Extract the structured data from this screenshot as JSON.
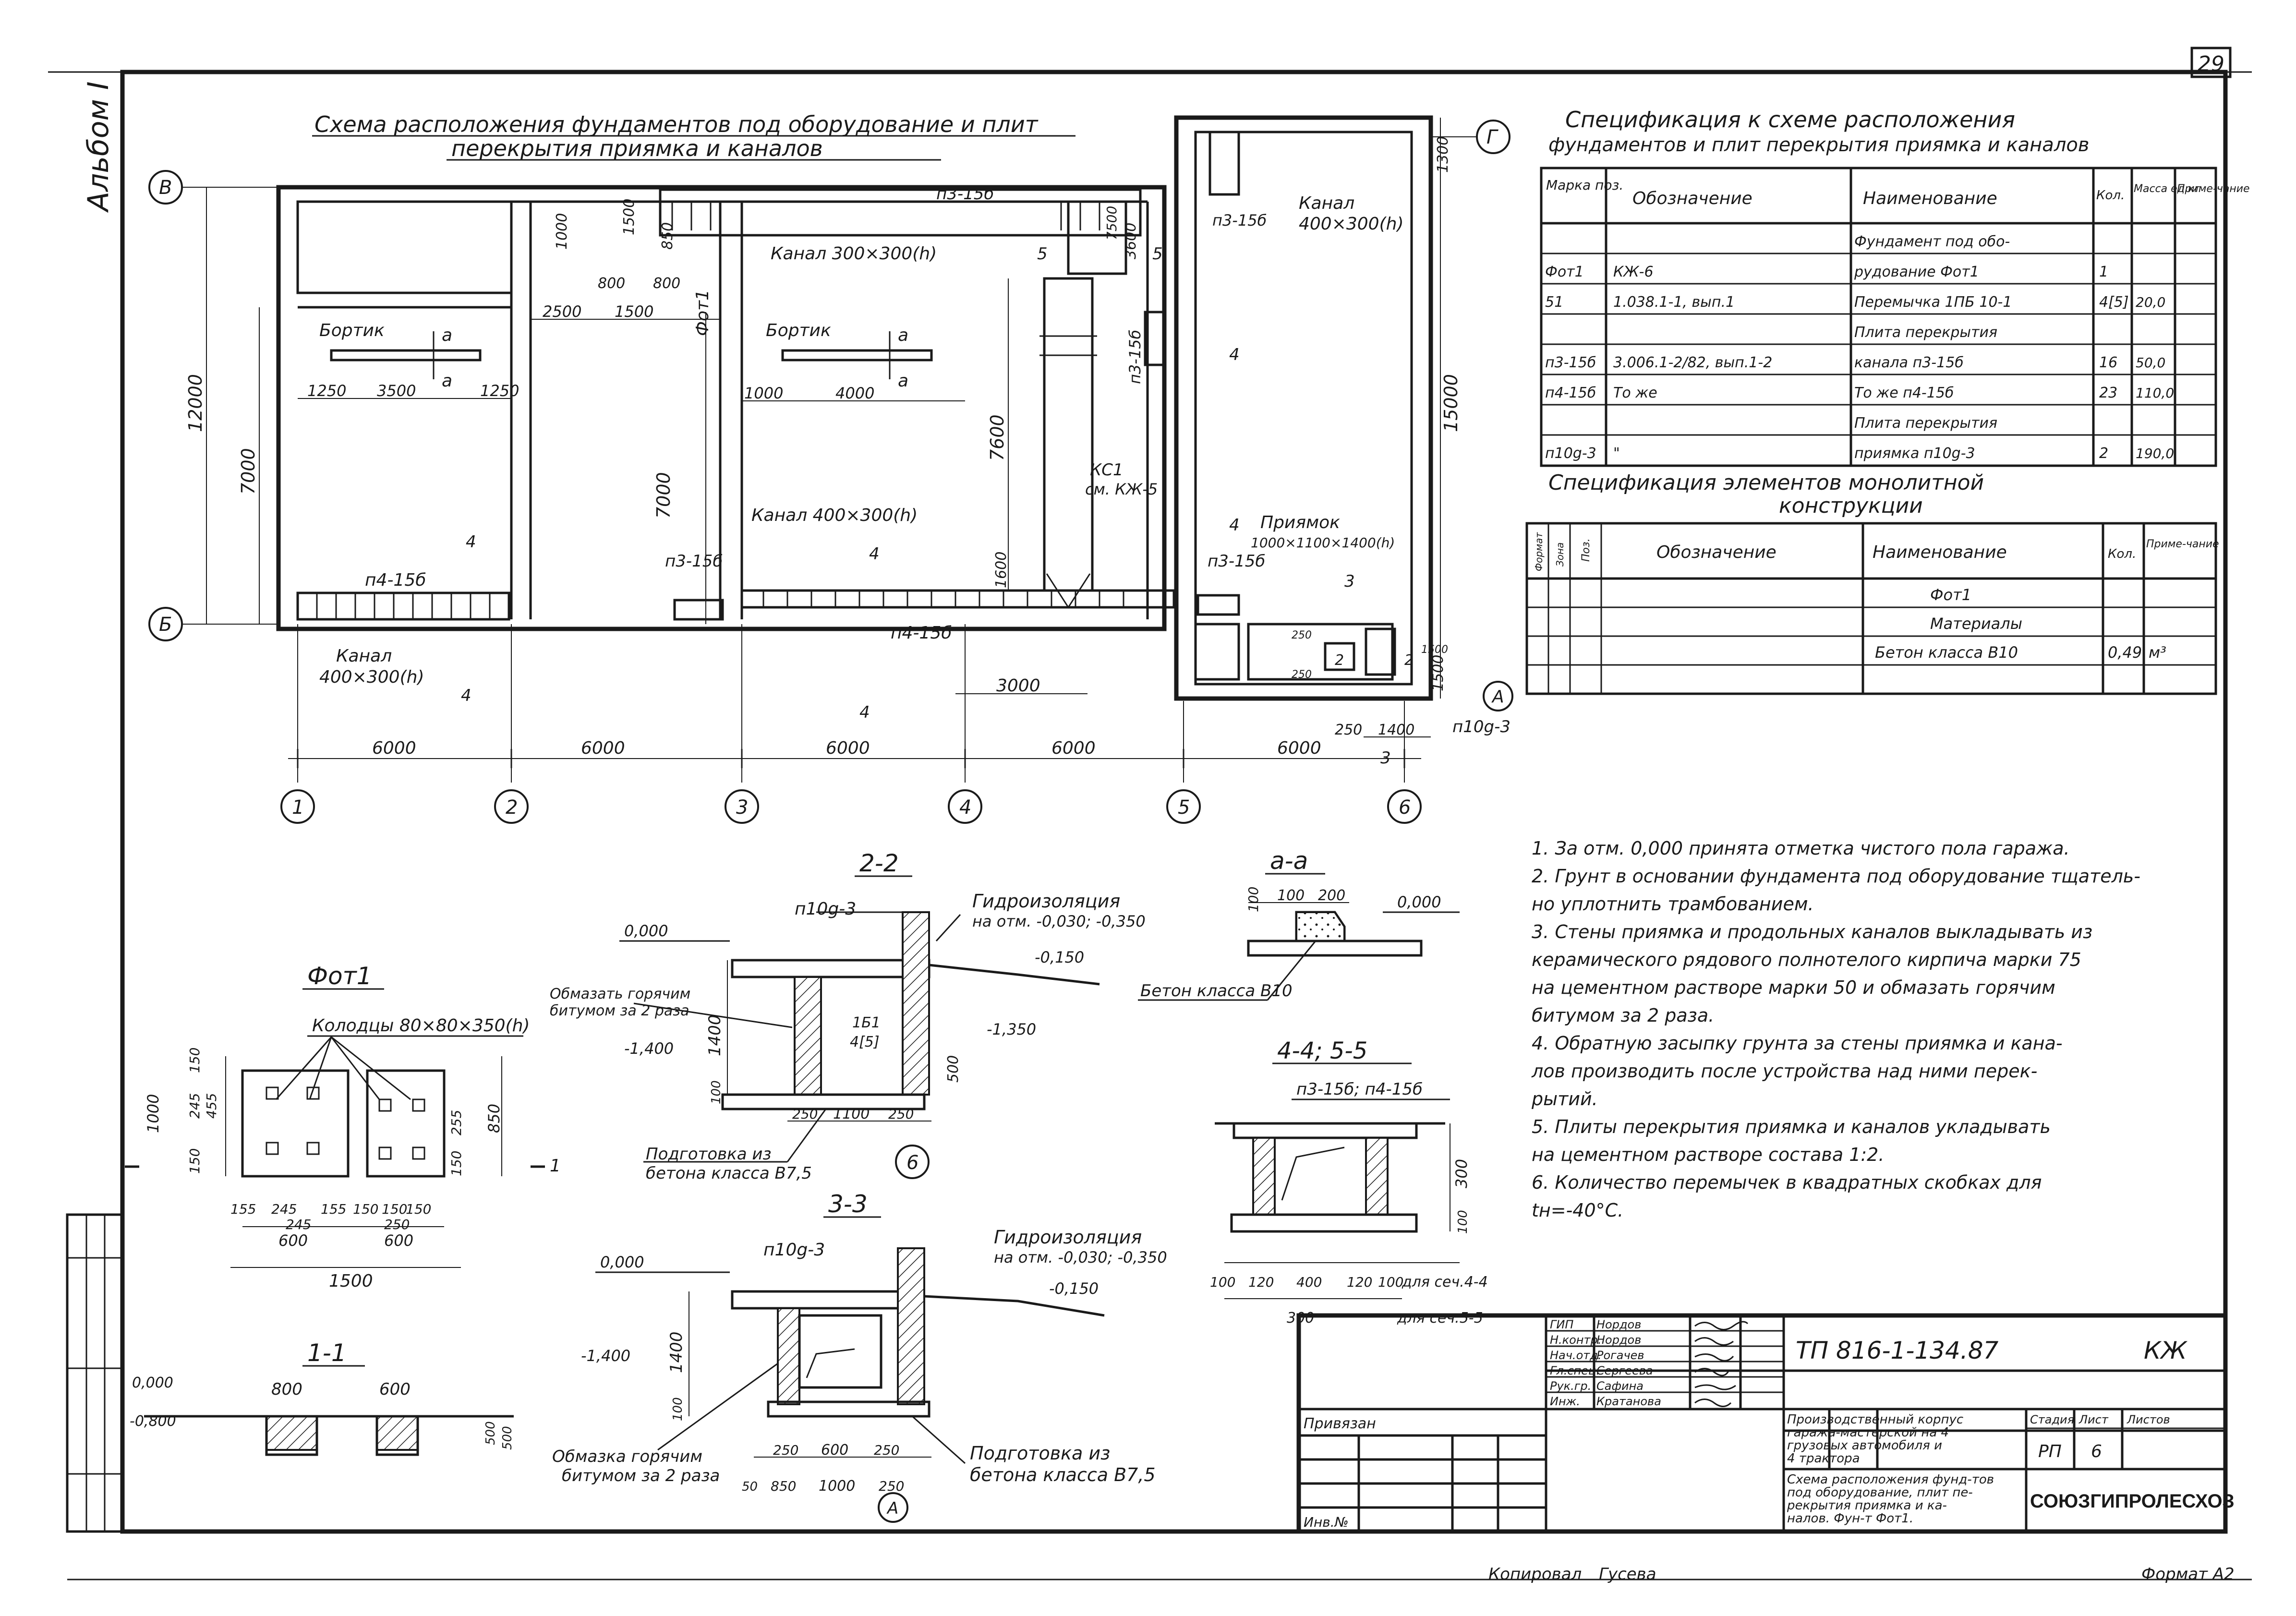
{
  "sheet": {
    "page_number": "29",
    "album": "Альбом I",
    "copied_by": "Копировал",
    "copier_name": "Гусева",
    "format": "Формат А2"
  },
  "plan": {
    "title_line1": "Схема расположения фундаментов под оборудование и плит",
    "title_line2": "перекрытия приямка и каналов",
    "axes_cols": [
      "1",
      "2",
      "3",
      "4",
      "5",
      "6"
    ],
    "axes_rows": [
      "В",
      "Б",
      "Г",
      "А"
    ],
    "spans": [
      "6000",
      "6000",
      "6000",
      "6000",
      "6000"
    ],
    "dims": {
      "d12000": "12000",
      "d7000a": "7000",
      "d7000b": "7000",
      "d7600": "7600",
      "d15000": "15000",
      "d1250a": "1250",
      "d3500": "3500",
      "d1250b": "1250",
      "d2500": "2500",
      "d1500a": "1500",
      "d1000a": "1000",
      "d4000": "4000",
      "d1000": "1000",
      "d1500b": "1500",
      "d850": "850",
      "d800a": "800",
      "d800b": "800",
      "d1600": "1600",
      "d3000": "3000",
      "d3600": "3600",
      "d1500c": "1500",
      "d1300": "1300",
      "d250": "250",
      "d1400": "1400",
      "d250b": "250",
      "d250c": "250",
      "d1500d": "1500",
      "d7500": "7500"
    },
    "labels": {
      "bortik1": "Бортик",
      "bortik2": "Бортик",
      "a1": "а",
      "a2": "а",
      "a3": "а",
      "a4": "а",
      "kanal_top": "Канал 300×300(h)",
      "kanal_right_1": "Канал",
      "kanal_right_2": "400×300(h)",
      "kanal_mid": "Канал 400×300(h)",
      "kanal_bottom_1": "Канал",
      "kanal_bottom_2": "400×300(h)",
      "p4_15b_left": "п4-15б",
      "p4_15b_mid": "п4-15б",
      "p3_15b_1": "п3-15б",
      "p3_15b_2": "п3-15б",
      "p3_15b_3": "п3-15б",
      "p3_15b_4": "п3-15б",
      "p3_15b_5": "п3-15б",
      "fom1": "Фот1",
      "ks1_1": "КС1",
      "ks1_2": "см. КЖ-5",
      "priyamok_1": "Приямок",
      "priyamok_2": "1000×1100×1400(h)",
      "p10g3": "п10g-3",
      "s3a": "3",
      "s3b": "3",
      "s2a": "2",
      "s2b": "2",
      "s4a": "4",
      "s4b": "4",
      "s4c": "4",
      "s4d": "4",
      "s4e": "4",
      "s4f": "4",
      "s5a": "5",
      "s5b": "5",
      "s1": "1"
    }
  },
  "spec1": {
    "title_line1": "Спецификация к схеме расположения",
    "title_line2": "фундаментов и плит перекрытия приямка и каналов",
    "headers": [
      "Марка поз.",
      "Обозначение",
      "Наименование",
      "Кол.",
      "Масса ед.кг",
      "Приме-чание"
    ],
    "rows": [
      [
        "",
        "",
        "Фундамент под обо-",
        "",
        "",
        ""
      ],
      [
        "Фот1",
        "КЖ-6",
        "рудование Фот1",
        "1",
        "",
        ""
      ],
      [
        "51",
        "1.038.1-1, вып.1",
        "Перемычка 1ПБ 10-1",
        "4[5]",
        "20,0",
        ""
      ],
      [
        "",
        "",
        "Плита перекрытия",
        "",
        "",
        ""
      ],
      [
        "п3-15б",
        "3.006.1-2/82, вып.1-2",
        "канала п3-15б",
        "16",
        "50,0",
        ""
      ],
      [
        "п4-15б",
        "То же",
        "То же п4-15б",
        "23",
        "110,0",
        ""
      ],
      [
        "",
        "",
        "Плита перекрытия",
        "",
        "",
        ""
      ],
      [
        "п10g-3",
        "\"",
        "приямка п10g-3",
        "2",
        "190,0",
        ""
      ]
    ]
  },
  "spec2": {
    "title_line1": "Спецификация элементов монолитной",
    "title_line2": "конструкции",
    "headers": [
      "Формат",
      "Зона",
      "Поз.",
      "Обозначение",
      "Наименование",
      "Кол.",
      "Приме-чание"
    ],
    "rows": [
      [
        "",
        "",
        "",
        "",
        "Фот1",
        "",
        ""
      ],
      [
        "",
        "",
        "",
        "",
        "Материалы",
        "",
        ""
      ],
      [
        "",
        "",
        "",
        "",
        "Бетон класса В10",
        "0,49",
        "м³"
      ]
    ]
  },
  "notes": [
    "1. За отм. 0,000 принята отметка чистого пола гаража.",
    "2. Грунт в основании фундамента под оборудование тщатель-",
    "    но уплотнить трамбованием.",
    "3. Стены приямка и продольных каналов выкладывать из",
    "    керамического рядового полнотелого кирпича марки 75",
    "    на цементном растворе марки 50 и обмазать горячим",
    "    битумом за 2 раза.",
    "4. Обратную засыпку грунта за стены приямка и кана-",
    "    лов производить после устройства над ними перек-",
    "    рытий.",
    "5. Плиты перекрытия приямка и каналов укладывать",
    "    на цементном растворе состава 1:2.",
    "6. Количество перемычек в квадратных скобках для",
    "    tн=-40°С."
  ],
  "detail_fom1": {
    "title": "Фот1",
    "wells": "Колодцы 80×80×350(h)",
    "dims_h": [
      "155",
      "245",
      "155",
      "150",
      "150",
      "150"
    ],
    "dims_h2": [
      "245",
      "250"
    ],
    "dims_w": [
      "600",
      "600"
    ],
    "total": "1500",
    "dims_v": [
      "150",
      "245",
      "455",
      "150",
      "255",
      "150",
      "1000",
      "850"
    ],
    "cut": "1"
  },
  "section_11": {
    "title": "1-1",
    "dims": [
      "800",
      "600"
    ],
    "levels": [
      "0,000",
      "-0,800"
    ],
    "heights": [
      "500",
      "500"
    ]
  },
  "section_22": {
    "title": "2-2",
    "slab": "п10g-3",
    "waterproof_1": "Гидроизоляция",
    "waterproof_2": "на отм. -0,030; -0,350",
    "coat_1": "Обмазать горячим",
    "coat_2": "битумом за 2 раза",
    "lintel_1": "1Б1",
    "lintel_2": "4[5]",
    "prep_1": "Подготовка из",
    "prep_2": "бетона класса В7,5",
    "levels": [
      "0,000",
      "-0,150",
      "-1,400",
      "-1,350"
    ],
    "dims": [
      "1400",
      "500",
      "100",
      "250",
      "1100",
      "250"
    ],
    "axis": "6"
  },
  "section_33": {
    "title": "3-3",
    "slab": "п10g-3",
    "waterproof_1": "Гидроизоляция",
    "waterproof_2": "на отм. -0,030; -0,350",
    "coat_1": "Обмазка горячим",
    "coat_2": "битумом за 2 раза",
    "prep_1": "Подготовка из",
    "prep_2": "бетона класса В7,5",
    "levels": [
      "0,000",
      "-0,150",
      "-1,400"
    ],
    "dims": [
      "1400",
      "100",
      "250",
      "600",
      "250",
      "50",
      "850",
      "1000",
      "250"
    ],
    "axis": "А"
  },
  "section_aa": {
    "title": "а-а",
    "dims": [
      "100",
      "200",
      "100"
    ],
    "level": "0,000",
    "concrete": "Бетон класса В10"
  },
  "section_44": {
    "title": "4-4; 5-5",
    "slab": "п3-15б; п4-15б",
    "dims": [
      "100",
      "120",
      "400",
      "120",
      "100",
      "300"
    ],
    "height": "300",
    "h100": "100",
    "cut44": "для сеч.4-4",
    "cut55": "для сеч.5-5"
  },
  "title_block": {
    "code": "ТП 816-1-134.87",
    "mark": "КЖ",
    "roles": [
      "ГИП",
      "Н.контр.",
      "Нач.отд.",
      "Гл.спец.",
      "Рук.гр.",
      "Инж."
    ],
    "names": [
      "Нордов",
      "Нордов",
      "Рогачев",
      "Сергеева",
      "Сафина",
      "Кратанова"
    ],
    "project_1": "Производственный корпус",
    "project_2": "гаража-мастерской на 4",
    "project_3": "грузовых автомобиля и",
    "project_4": "4 трактора",
    "sheet_1": "Схема расположения фунд-тов",
    "sheet_2": "под оборудование, плит пе-",
    "sheet_3": "рекрытия приямка и ка-",
    "sheet_4": "налов. Фун-т Фот1.",
    "stage_h": "Стадия",
    "list_h": "Лист",
    "lists_h": "Листов",
    "stage": "РП",
    "list": "6",
    "org": "СОЮЗГИПРОЛЕСХОЗ",
    "privyazan": "Привязан",
    "inv": "Инв.№"
  }
}
